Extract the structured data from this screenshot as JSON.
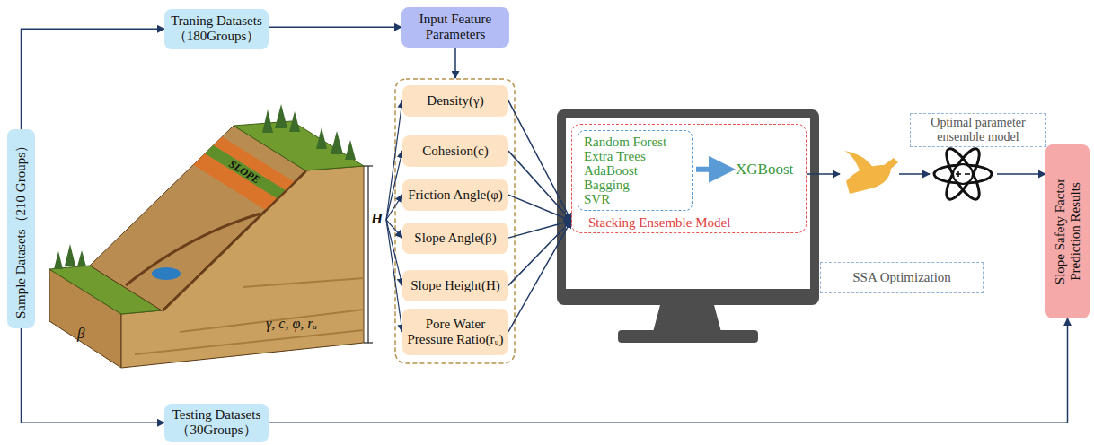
{
  "diagram": {
    "nodes": [
      {
        "text": [
          "Sample Datasets（210 Groups）"
        ]
      },
      {
        "text": [
          "Traning Datasets （180Groups）"
        ]
      },
      {
        "text": [
          "Input Feature Parameters"
        ]
      },
      {
        "text": [
          "Density(γ)"
        ]
      },
      {
        "text": [
          "Cohesion(c)"
        ]
      },
      {
        "text": [
          "Friction Angle(φ)"
        ]
      },
      {
        "text": [
          "Slope Angle(β)"
        ]
      },
      {
        "text": [
          "Slope Height(H)"
        ]
      },
      {
        "text": [
          "Pore Water Pressure Ratio(rᵤ)"
        ]
      },
      {
        "text": [
          "XGBoost",
          "Stacking Ensemble Model"
        ]
      },
      {
        "text": [
          "Random Forest",
          "Extra Trees",
          "AdaBoost",
          "Bagging",
          "SVR"
        ],
        "in": 9
      },
      {
        "text": [
          "SSA Optimization"
        ]
      },
      {
        "text": [
          "Optimal parameter ensemble model"
        ]
      },
      {
        "text": [
          "Slope Safety Factor Prediction Results"
        ]
      },
      {
        "text": [
          "Testing Datasets （30Groups）"
        ]
      }
    ],
    "edges": [
      {
        "from": 0,
        "to": 1,
        "arrow": "to"
      },
      {
        "from": 0,
        "to": 14,
        "arrow": "to"
      },
      {
        "from": 1,
        "to": 2,
        "arrow": "to"
      },
      {
        "from": 3,
        "to": 9,
        "arrow": "to"
      },
      {
        "from": 4,
        "to": 9,
        "arrow": "to"
      },
      {
        "from": 5,
        "to": 9,
        "arrow": "to"
      },
      {
        "from": 6,
        "to": 9,
        "arrow": "to"
      },
      {
        "from": 7,
        "to": 9,
        "arrow": "to"
      },
      {
        "from": 8,
        "to": 9,
        "arrow": "to"
      },
      {
        "from": 9,
        "to": 11,
        "arrow": "to"
      },
      {
        "from": 11,
        "to": 12,
        "arrow": "to"
      },
      {
        "from": 12,
        "to": 13,
        "arrow": "to"
      },
      {
        "from": 14,
        "to": 13,
        "arrow": "to"
      }
    ],
    "labels": [
      "SLOPE",
      "H",
      "γ, c, φ, rᵤ",
      "β"
    ]
  }
}
